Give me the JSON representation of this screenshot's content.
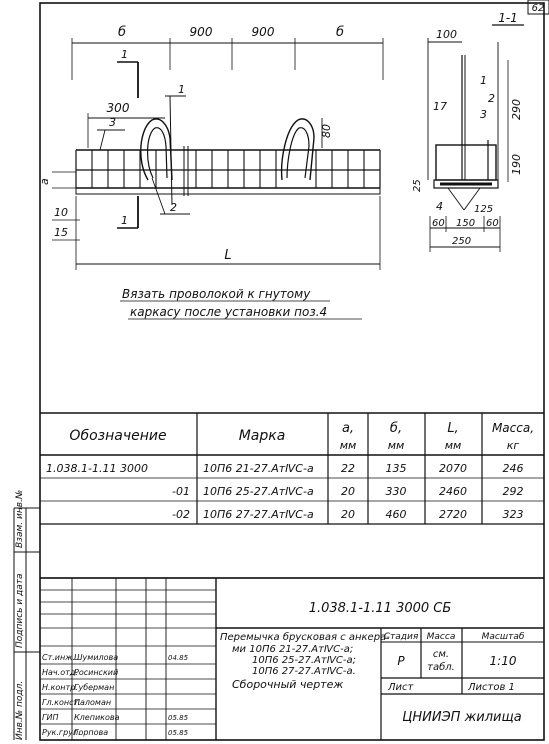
{
  "sheet_corner": "62",
  "drawing": {
    "section_label": "1-1",
    "dim_b": "б",
    "dim_900": "900",
    "dim_300": "300",
    "dim_80": "80",
    "dim_a": "а",
    "dim_10": "10",
    "dim_15": "15",
    "dim_L": "L",
    "pos_1": "1",
    "pos_2": "2",
    "pos_3": "3",
    "pos_4": "4",
    "sec_100": "100",
    "sec_290": "290",
    "sec_190": "190",
    "sec_17": "17",
    "sec_25": "25",
    "sec_125": "125",
    "sec_60": "60",
    "sec_150": "150",
    "sec_250": "250",
    "note_line1": "Вязать проволокой к гнутому",
    "note_line2": "каркасу после установки поз.4"
  },
  "spec_table": {
    "headers": [
      {
        "line1": "Обозначение",
        "line2": ""
      },
      {
        "line1": "Марка",
        "line2": ""
      },
      {
        "line1": "a,",
        "line2": "мм"
      },
      {
        "line1": "б,",
        "line2": "мм"
      },
      {
        "line1": "L,",
        "line2": "мм"
      },
      {
        "line1": "Масса,",
        "line2": "кг"
      }
    ],
    "rows": [
      [
        "1.038.1-1.11 3000",
        "10П6 21-27.АтⅣС-а",
        "22",
        "135",
        "2070",
        "246"
      ],
      [
        "-01",
        "10П6 25-27.АтⅣС-а",
        "20",
        "330",
        "2460",
        "292"
      ],
      [
        "-02",
        "10П6 27-27.АтⅣС-а",
        "20",
        "460",
        "2720",
        "323"
      ]
    ]
  },
  "left_margin": {
    "inv_orig": "Инв.№ подл.",
    "sign_date": "Подпись и дата",
    "inv_dupl": "Взам. инв.№"
  },
  "title_block": {
    "doc_code": "1.038.1-1.11 3000 СБ",
    "title_line1": "Перемычка брусковая с анкера-",
    "title_line2": "ми 10П6 21-27.АтⅣС-а;",
    "title_line3": "10П6 25-27.АтⅣС-а;",
    "title_line4": "10П6 27-27.АтⅣС-а.",
    "title_line5": "Сборочный чертеж",
    "stage_label": "Стадия",
    "mass_label": "Масса",
    "scale_label": "Масштаб",
    "stage": "Р",
    "mass_line1": "см.",
    "mass_line2": "табл.",
    "scale": "1:10",
    "sheet_label": "Лист",
    "sheets_label": "Листов 1",
    "org": "ЦНИИЭП жилища",
    "staff": [
      {
        "role": "Нач.отд.",
        "name": "Росинский",
        "date": ""
      },
      {
        "role": "Н.контр.",
        "name": "Губерман",
        "date": ""
      },
      {
        "role": "Гл.конст.",
        "name": "Паломан",
        "date": ""
      },
      {
        "role": "ГИП",
        "name": "Клепикова",
        "date": "05.85"
      },
      {
        "role": "Рук.груп.",
        "name": "Горпова",
        "date": "05.85"
      },
      {
        "role": "Ст.инж.",
        "name": "Шумилова",
        "date": "04.85"
      }
    ]
  }
}
